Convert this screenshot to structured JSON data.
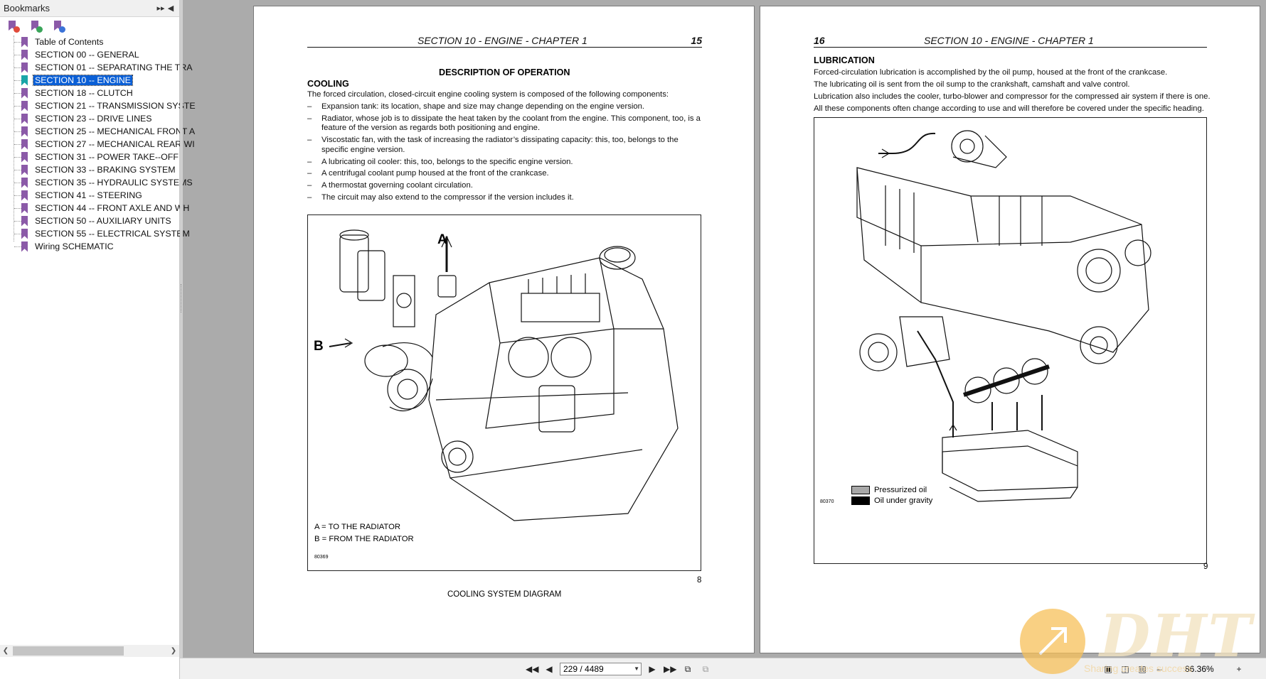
{
  "sidebar": {
    "title": "Bookmarks",
    "items": [
      {
        "label": "Table of Contents"
      },
      {
        "label": "SECTION 00 -- GENERAL"
      },
      {
        "label": "SECTION 01 -- SEPARATING THE TRA"
      },
      {
        "label": "SECTION 10 -- ENGINE",
        "selected": true
      },
      {
        "label": "SECTION 18 -- CLUTCH"
      },
      {
        "label": "SECTION 21 -- TRANSMISSION SYSTE"
      },
      {
        "label": "SECTION 23 -- DRIVE LINES"
      },
      {
        "label": "SECTION 25 -- MECHANICAL FRONT A"
      },
      {
        "label": "SECTION 27 -- MECHANICAL REAR WI"
      },
      {
        "label": "SECTION 31 -- POWER TAKE--OFF"
      },
      {
        "label": "SECTION 33 -- BRAKING SYSTEM"
      },
      {
        "label": "SECTION 35 -- HYDRAULIC SYSTEMS"
      },
      {
        "label": "SECTION 41 -- STEERING"
      },
      {
        "label": "SECTION 44 -- FRONT AXLE AND WH"
      },
      {
        "label": "SECTION 50 -- AUXILIARY UNITS"
      },
      {
        "label": "SECTION 55 -- ELECTRICAL SYSTEM"
      },
      {
        "label": "Wiring SCHEMATIC"
      }
    ]
  },
  "left_page": {
    "header_section": "SECTION 10 - ENGINE - CHAPTER 1",
    "page_number": "15",
    "heading": "DESCRIPTION OF OPERATION",
    "subheading": "COOLING",
    "intro": "The forced circulation, closed-circuit engine cooling system is composed of the following components:",
    "bullets": [
      "Expansion tank: its location, shape and size may change depending on the engine version.",
      "Radiator, whose job is to dissipate the heat taken by the coolant from the engine. This component, too, is a feature of the version as regards both positioning and engine.",
      "Viscostatic fan, with the task of increasing the radiator’s dissipating capacity: this, too, belongs to the specific engine version.",
      "A lubricating oil cooler: this, too, belongs to the specific engine version.",
      "A centrifugal coolant pump housed at the front of the crankcase.",
      "A thermostat governing coolant circulation.",
      "The circuit may also extend to the compressor if the version includes it."
    ],
    "figure": {
      "label_a": "A",
      "label_b": "B",
      "legend_a": "A = TO THE RADIATOR",
      "legend_b": "B = FROM THE RADIATOR",
      "code": "80369",
      "number": "8"
    },
    "caption": "COOLING SYSTEM DIAGRAM"
  },
  "right_page": {
    "header_section": "SECTION 10 - ENGINE - CHAPTER 1",
    "page_number": "16",
    "subheading": "LUBRICATION",
    "paragraphs": [
      "Forced-circulation lubrication is accomplished by the oil pump, housed at the front of the crankcase.",
      "The lubricating oil is sent from the oil sump to the crankshaft, camshaft and valve control.",
      "Lubrication also includes the cooler, turbo-blower and compressor for the compressed air system if there is one.",
      "All these components often change according to use and will therefore be covered under the specific heading."
    ],
    "figure": {
      "legend": [
        {
          "label": "Pressurized oil",
          "color": "#a8a8a8"
        },
        {
          "label": "Oil under gravity",
          "color": "#000000"
        }
      ],
      "code": "80370",
      "number": "9"
    }
  },
  "toolbar": {
    "page_display": "229 / 4489",
    "zoom": "86.36%"
  },
  "watermark": {
    "letters": "DHT",
    "tagline": "Sharing creates success"
  }
}
